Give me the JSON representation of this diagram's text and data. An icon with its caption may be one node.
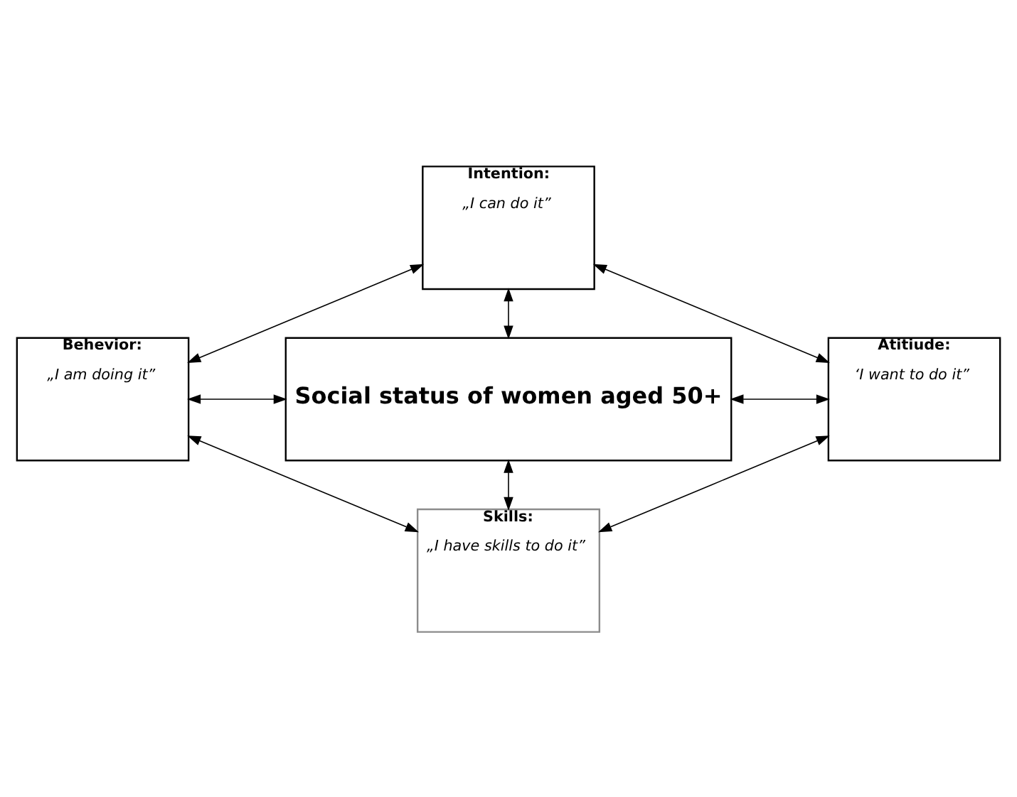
{
  "diagram": {
    "nodes": [
      {
        "text": [
          "Intention:",
          "„I can do it”"
        ]
      },
      {
        "text": [
          "Behevior:",
          "„I am doing it”"
        ]
      },
      {
        "text": [
          "Social status of women aged 50+"
        ]
      },
      {
        "text": [
          "Atitiude:",
          "‘I want to do it”"
        ]
      },
      {
        "text": [
          "Skills:",
          "„I have skills to do it”"
        ]
      }
    ],
    "edges": [
      {
        "from": 0,
        "to": 2,
        "arrow": "both"
      },
      {
        "from": 1,
        "to": 2,
        "arrow": "both"
      },
      {
        "from": 2,
        "to": 3,
        "arrow": "both"
      },
      {
        "from": 2,
        "to": 4,
        "arrow": "both"
      },
      {
        "from": 0,
        "to": 1,
        "arrow": "both"
      },
      {
        "from": 0,
        "to": 3,
        "arrow": "both"
      },
      {
        "from": 1,
        "to": 4,
        "arrow": "both"
      },
      {
        "from": 4,
        "to": 3,
        "arrow": "both"
      }
    ]
  }
}
